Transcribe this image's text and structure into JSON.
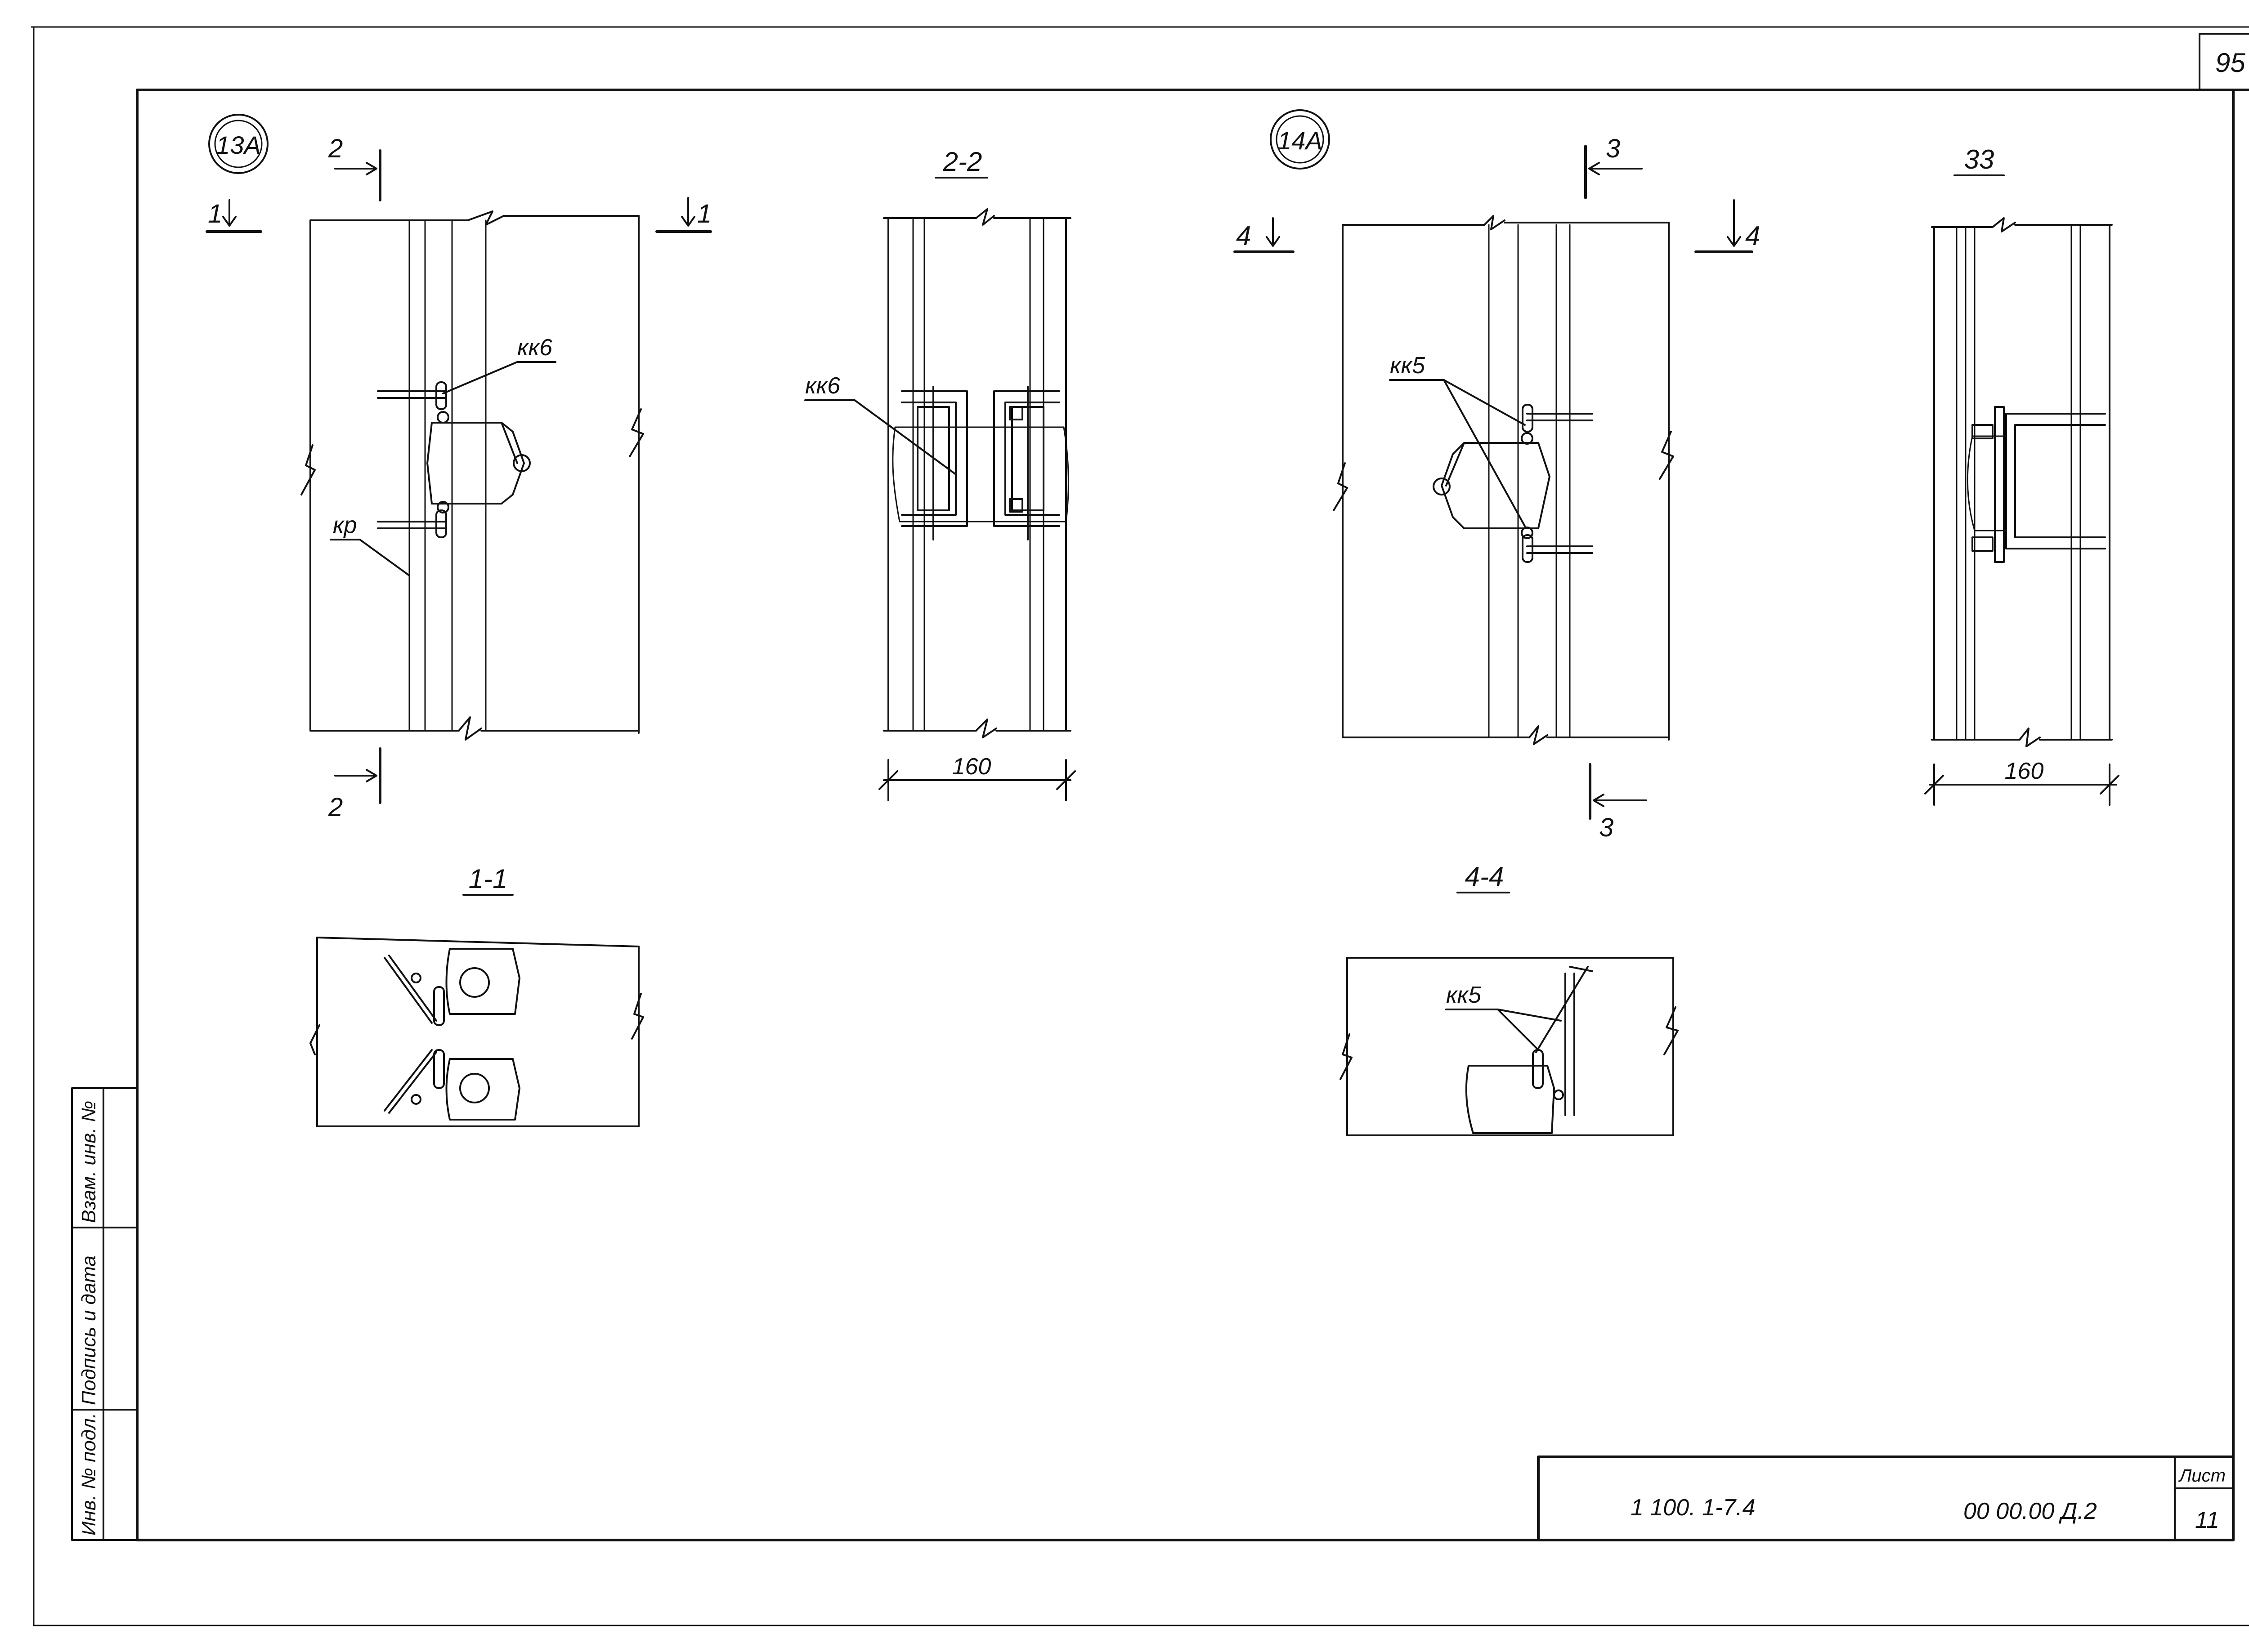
{
  "sheet": {
    "page_number": "95",
    "code": "1 100. 1-7.4",
    "doc_id": "00 00.00 Д.2",
    "list_label": "Лист",
    "list_number": "11"
  },
  "side_stamp": {
    "cells": [
      "Инв. № подл.",
      "Подпись и дата",
      "Взам. инв. №"
    ]
  },
  "nodes": {
    "node_13a": "13А",
    "node_14a": "14А"
  },
  "sections": {
    "s11": "1-1",
    "s22": "2-2",
    "s33": "33",
    "s44": "4-4"
  },
  "cut_marks": {
    "one": "1",
    "two": "2",
    "three": "3",
    "four": "4"
  },
  "labels": {
    "kk6": "кк6",
    "kk5": "кк5",
    "kp": "кр"
  },
  "dimensions": {
    "d160": "160"
  }
}
